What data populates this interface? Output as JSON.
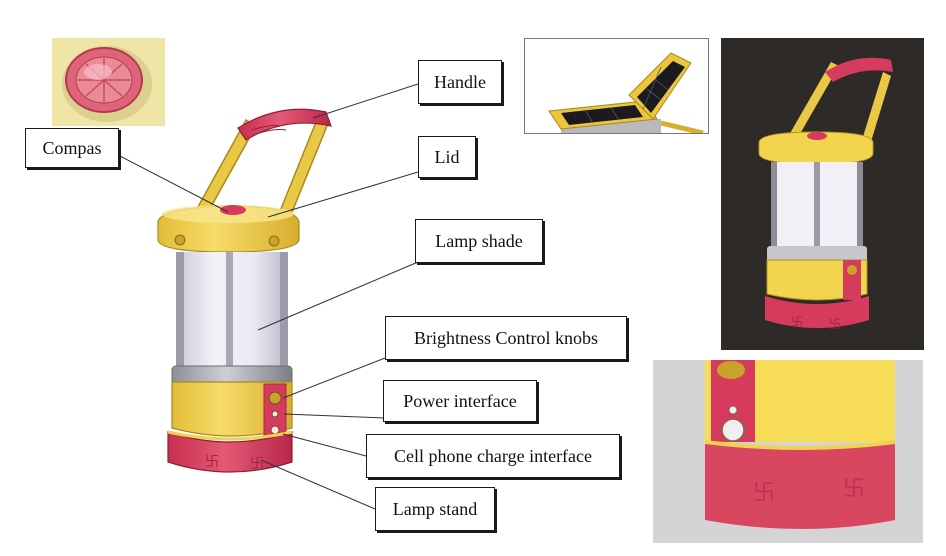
{
  "labels": {
    "handle": "Handle",
    "compas": "Compas",
    "lid": "Lid",
    "lamp_shade": "Lamp shade",
    "brightness": "Brightness Control knobs",
    "power": "Power interface",
    "cell_charge": "Cell phone charge interface",
    "lamp_stand": "Lamp stand"
  },
  "colors": {
    "yellow": "#f3d44e",
    "pink": "#d63a5c",
    "shade": "#efeef6",
    "dark_bg": "#2e2a28"
  }
}
